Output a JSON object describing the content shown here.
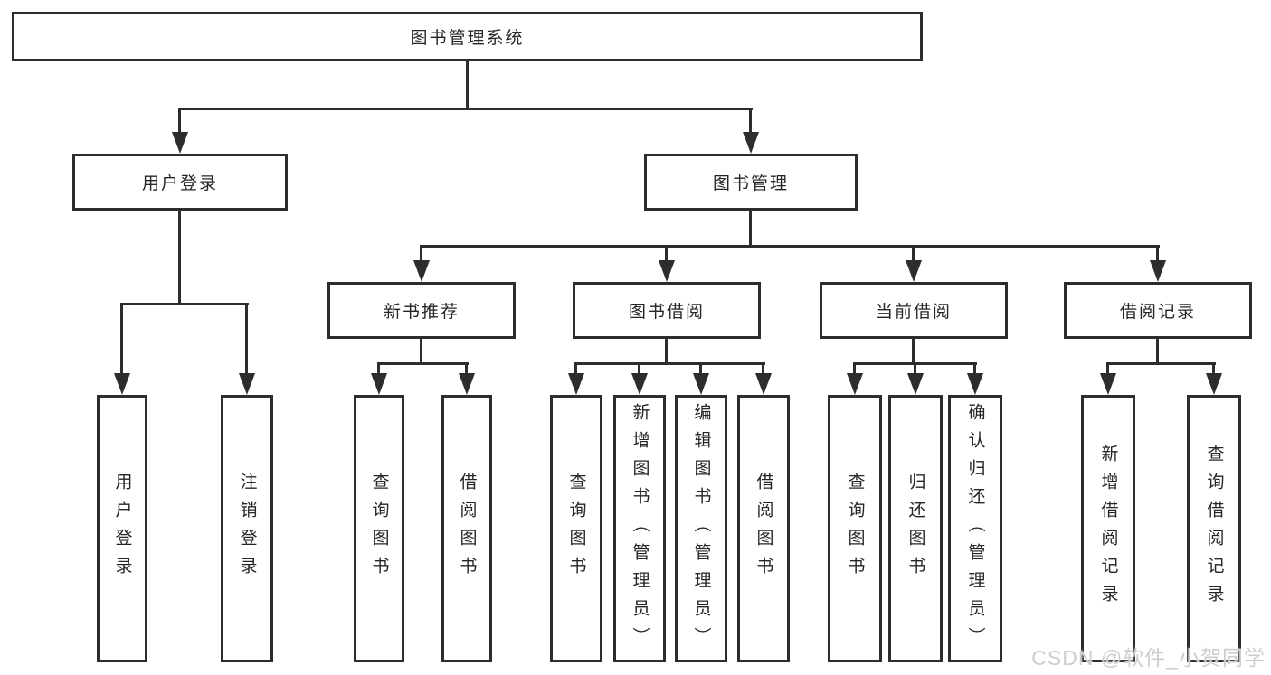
{
  "root": {
    "label": "图书管理系统"
  },
  "tree": {
    "user_login": {
      "label": "用户登录",
      "children": [
        {
          "label": "用户登录"
        },
        {
          "label": "注销登录"
        }
      ]
    },
    "book_management": {
      "label": "图书管理",
      "sections": [
        {
          "label": "新书推荐",
          "children": [
            {
              "label": "查询图书"
            },
            {
              "label": "借阅图书"
            }
          ]
        },
        {
          "label": "图书借阅",
          "children": [
            {
              "label": "查询图书"
            },
            {
              "label": "新增图书（管理员）"
            },
            {
              "label": "编辑图书（管理员）"
            },
            {
              "label": "借阅图书"
            }
          ]
        },
        {
          "label": "当前借阅",
          "children": [
            {
              "label": "查询图书"
            },
            {
              "label": "归还图书"
            },
            {
              "label": "确认归还（管理员）"
            }
          ]
        },
        {
          "label": "借阅记录",
          "children": [
            {
              "label": "新增借阅记录"
            },
            {
              "label": "查询借阅记录"
            }
          ]
        }
      ]
    }
  },
  "watermark": "CSDN @软件_小贺同学",
  "colors": {
    "line": "#2d2d2d",
    "text": "#262626",
    "background": "#ffffff",
    "watermark": "#cdcdcd"
  }
}
